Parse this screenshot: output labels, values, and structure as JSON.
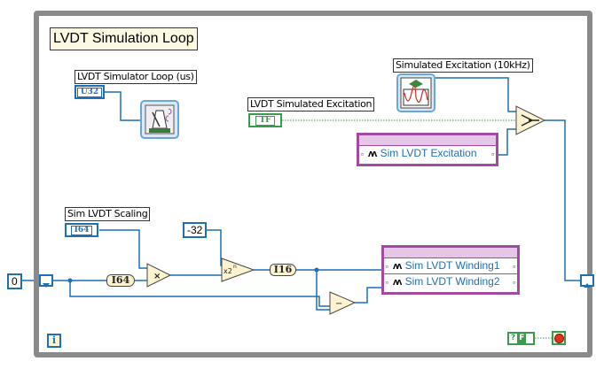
{
  "diagram": {
    "loop_title": "LVDT Simulation Loop",
    "colors": {
      "wire_numeric": "#1f6fb5",
      "wire_boolean": "#3a9a4e",
      "cluster_border": "#a04aa0",
      "loop_border": "#8a8a8a",
      "label_bg": "#fdf8e2"
    },
    "controls": {
      "loop_timer": {
        "label": "LVDT Simulator Loop (us)",
        "type": "U32"
      },
      "sim_excitation_enable": {
        "label": "LVDT Simulated Excitation",
        "type": "TF"
      },
      "scaling": {
        "label": "Sim LVDT Scaling",
        "type": "I64"
      }
    },
    "subvi": {
      "excitation_label": "Simulated Excitation (10kHz)",
      "timer_icon": "metronome-timed-loop-icon",
      "excitation_icon": "sine-wave-fpga-icon"
    },
    "constants": {
      "initial_value": "0",
      "shift_amount": "-32",
      "stop_constant": "F"
    },
    "conversions": {
      "to_i64": "I64",
      "to_i16": "I16"
    },
    "functions": {
      "multiply": "×",
      "scale_by_power_of_2": "x2ⁿ",
      "subtract": "−",
      "select": "select"
    },
    "outputs": {
      "excitation_cluster": [
        "Sim LVDT Excitation"
      ],
      "winding_cluster": [
        "Sim LVDT Winding1",
        "Sim LVDT Winding2"
      ]
    },
    "iteration_terminal": "i"
  }
}
